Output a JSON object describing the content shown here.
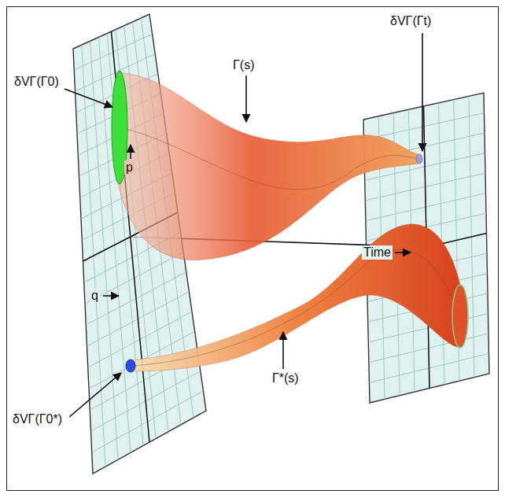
{
  "diagram": {
    "labels": [
      "δVΓ(Γ0)",
      "p",
      "Γ(s)",
      "δVΓ(Γt)",
      "Time",
      "q",
      "Γ*(s)",
      "δVΓ(Γ0*)"
    ]
  }
}
